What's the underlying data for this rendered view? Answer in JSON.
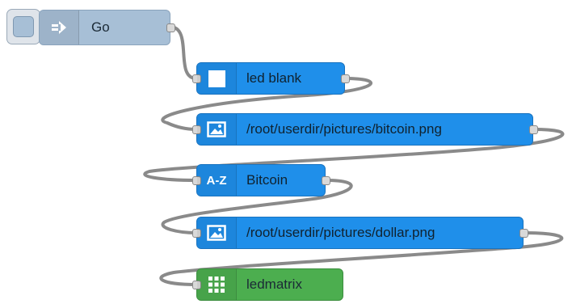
{
  "flow": {
    "nodes": [
      {
        "id": "go",
        "type": "inject",
        "label": "Go",
        "icon": "arrow-in-icon",
        "color": "#a7bfd6"
      },
      {
        "id": "led-blank",
        "type": "blank",
        "label": "led blank",
        "icon": "white-square-icon",
        "color": "#1f8fea"
      },
      {
        "id": "bitcoin-image",
        "type": "image",
        "label": "/root/userdir/pictures/bitcoin.png",
        "icon": "image-icon",
        "color": "#1f8fea"
      },
      {
        "id": "bitcoin-text",
        "type": "text",
        "label": "Bitcoin",
        "icon_text": "A-Z",
        "icon": "a-z-icon",
        "color": "#1f8fea"
      },
      {
        "id": "dollar-image",
        "type": "image",
        "label": "/root/userdir/pictures/dollar.png",
        "icon": "image-icon",
        "color": "#1f8fea"
      },
      {
        "id": "ledmatrix",
        "type": "output",
        "label": "ledmatrix",
        "icon": "grid-icon",
        "color": "#4cae4f"
      }
    ],
    "wire_color": "#8a8a8a"
  }
}
